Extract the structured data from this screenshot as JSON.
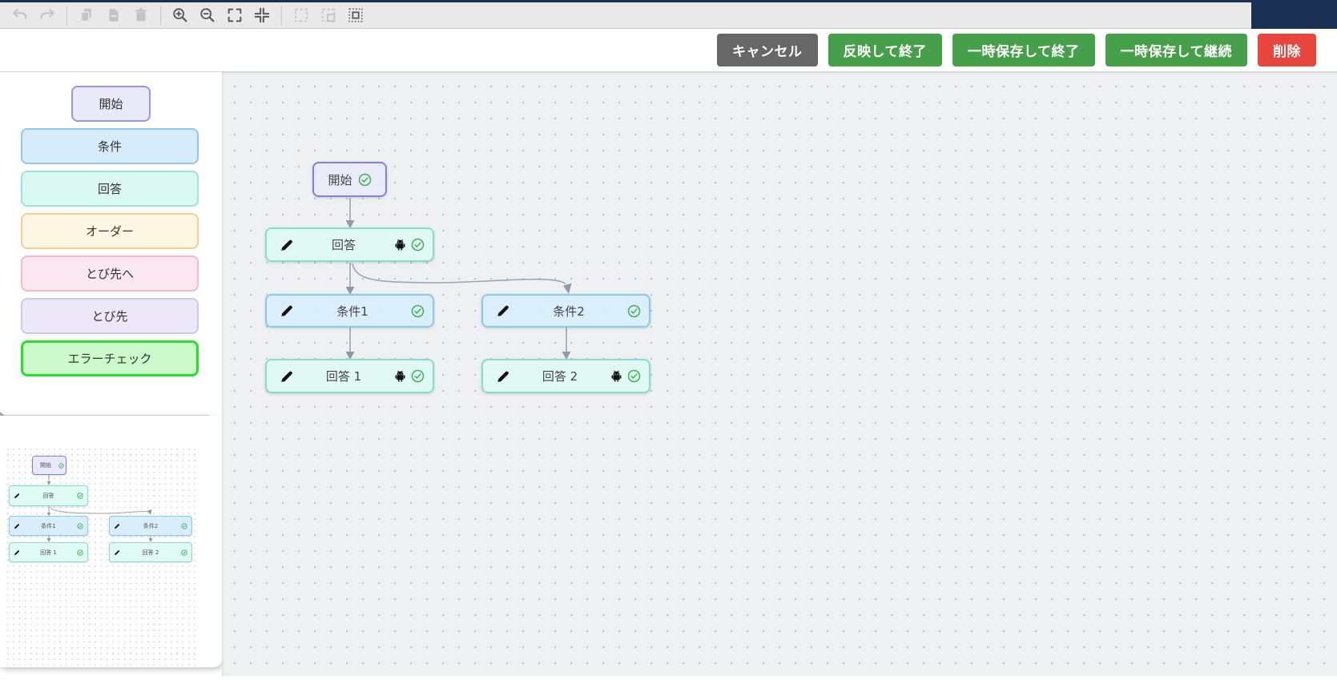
{
  "toolbar": {
    "icons": [
      {
        "name": "undo",
        "enabled": false
      },
      {
        "name": "redo",
        "enabled": false
      },
      {
        "name": "copy",
        "enabled": false
      },
      {
        "name": "paste-file",
        "enabled": false
      },
      {
        "name": "trash",
        "enabled": false
      },
      {
        "name": "zoom-in",
        "enabled": true
      },
      {
        "name": "zoom-out",
        "enabled": true
      },
      {
        "name": "fit-view",
        "enabled": true
      },
      {
        "name": "compress-view",
        "enabled": true
      },
      {
        "name": "select-area",
        "enabled": false
      },
      {
        "name": "select-node",
        "enabled": false
      },
      {
        "name": "select-all",
        "enabled": true
      }
    ]
  },
  "action_bar": {
    "buttons": [
      {
        "id": "cancel",
        "label": "キャンセル",
        "color": "#676767"
      },
      {
        "id": "apply-and-exit",
        "label": "反映して終了",
        "color": "#46a049"
      },
      {
        "id": "save-and-exit",
        "label": "一時保存して終了",
        "color": "#46a049"
      },
      {
        "id": "save-and-continue",
        "label": "一時保存して継続",
        "color": "#46a049"
      },
      {
        "id": "delete",
        "label": "削除",
        "color": "#e8463c"
      }
    ]
  },
  "palette": {
    "items": [
      {
        "label": "開始",
        "bg": "#e9e9fa",
        "border": "#9797e8"
      },
      {
        "label": "条件",
        "bg": "#d6ecfa",
        "border": "#8ec9ec"
      },
      {
        "label": "回答",
        "bg": "#daf8f2",
        "border": "#9de4da"
      },
      {
        "label": "オーダー",
        "bg": "#fdf6e3",
        "border": "#f3cf96"
      },
      {
        "label": "とび先へ",
        "bg": "#fbe7ef",
        "border": "#f2b9cf"
      },
      {
        "label": "とび先",
        "bg": "#ece8f8",
        "border": "#cfc6ec"
      },
      {
        "label": "エラーチェック",
        "bg": "#cdfacd",
        "border": "#29e029"
      }
    ]
  },
  "flow": {
    "nodes": [
      {
        "id": "start",
        "label": "開始",
        "type": "start",
        "validated": true,
        "android": false
      },
      {
        "id": "answer",
        "label": "回答",
        "type": "answer",
        "validated": true,
        "android": true
      },
      {
        "id": "condition1",
        "label": "条件1",
        "type": "condition",
        "validated": true,
        "android": false
      },
      {
        "id": "condition2",
        "label": "条件2",
        "type": "condition",
        "validated": true,
        "android": false
      },
      {
        "id": "answer1",
        "label": "回答 1",
        "type": "answer",
        "validated": true,
        "android": true
      },
      {
        "id": "answer2",
        "label": "回答 2",
        "type": "answer",
        "validated": true,
        "android": true
      }
    ],
    "edges": [
      {
        "from": "start",
        "to": "answer"
      },
      {
        "from": "answer",
        "to": "condition1"
      },
      {
        "from": "answer",
        "to": "condition2"
      },
      {
        "from": "condition1",
        "to": "answer1"
      },
      {
        "from": "condition2",
        "to": "answer2"
      }
    ]
  },
  "colors": {
    "top_border": "#1b2f55",
    "toolbar_bg": "#e9e9e9",
    "canvas_bg": "#eff0f2",
    "grid_dot": "#b4bfcc",
    "edge": "#9aa5b3",
    "check_green": "#3cb34c"
  }
}
